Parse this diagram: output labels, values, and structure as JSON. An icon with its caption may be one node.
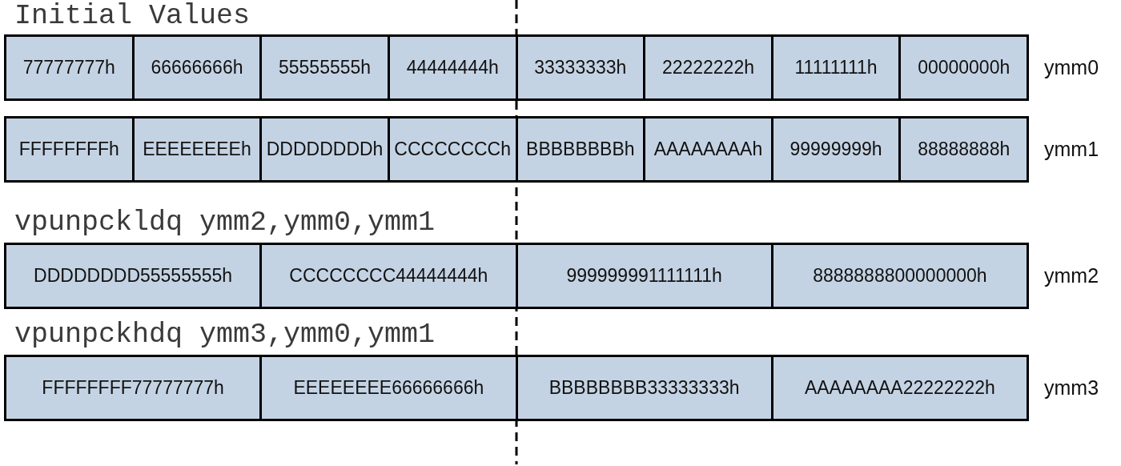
{
  "diagram": {
    "nodes": [
      {
        "text": [],
        "shape": "box",
        "beside": [
          "ymm0"
        ]
      },
      {
        "text": [
          "77777777h"
        ],
        "in": 0
      },
      {
        "text": [
          "66666666h"
        ],
        "in": 0
      },
      {
        "text": [
          "55555555h"
        ],
        "in": 0
      },
      {
        "text": [
          "44444444h"
        ],
        "in": 0
      },
      {
        "text": [
          "33333333h"
        ],
        "in": 0
      },
      {
        "text": [
          "22222222h"
        ],
        "in": 0
      },
      {
        "text": [
          "11111111h"
        ],
        "in": 0
      },
      {
        "text": [
          "00000000h"
        ],
        "in": 0
      },
      {
        "text": [],
        "shape": "box",
        "beside": [
          "ymm1"
        ]
      },
      {
        "text": [
          "FFFFFFFFh"
        ],
        "in": 9
      },
      {
        "text": [
          "EEEEEEEEh"
        ],
        "in": 9
      },
      {
        "text": [
          "DDDDDDDDh"
        ],
        "in": 9
      },
      {
        "text": [
          "CCCCCCCCh"
        ],
        "in": 9
      },
      {
        "text": [
          "BBBBBBBBh"
        ],
        "in": 9
      },
      {
        "text": [
          "AAAAAAAAh"
        ],
        "in": 9
      },
      {
        "text": [
          "99999999h"
        ],
        "in": 9
      },
      {
        "text": [
          "88888888h"
        ],
        "in": 9
      },
      {
        "text": [],
        "shape": "box",
        "beside": [
          "ymm2"
        ]
      },
      {
        "text": [
          "DDDDDDDD55555555h"
        ],
        "in": 18
      },
      {
        "text": [
          "CCCCCCCC44444444h"
        ],
        "in": 18
      },
      {
        "text": [
          "999999991111111h"
        ],
        "in": 18
      },
      {
        "text": [
          "8888888800000000h"
        ],
        "in": 18
      },
      {
        "text": [],
        "shape": "box",
        "beside": [
          "ymm3"
        ]
      },
      {
        "text": [
          "FFFFFFFF77777777h"
        ],
        "in": 23
      },
      {
        "text": [
          "EEEEEEEE66666666h"
        ],
        "in": 23
      },
      {
        "text": [
          "BBBBBBBB33333333h"
        ],
        "in": 23
      },
      {
        "text": [
          "AAAAAAAA22222222h"
        ],
        "in": 23
      }
    ],
    "labels": [
      "Initial Values",
      "vpunpckldq ymm2,ymm0,ymm1",
      "vpunpckhdq ymm3,ymm0,ymm1"
    ]
  }
}
